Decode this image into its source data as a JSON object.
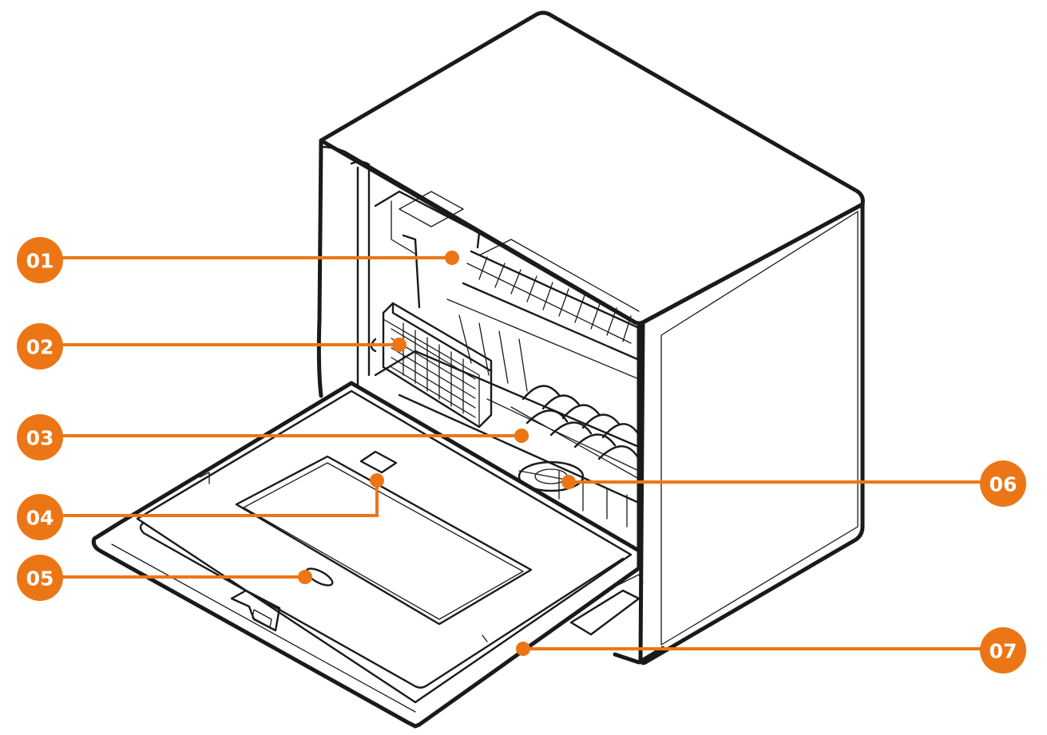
{
  "diagram": {
    "accent_color": "#ec7616",
    "line_color": "#1a1a1a",
    "callouts": [
      {
        "id": "01",
        "label": "01",
        "part": "upper-rack"
      },
      {
        "id": "02",
        "label": "02",
        "part": "cutlery-basket"
      },
      {
        "id": "03",
        "label": "03",
        "part": "lower-rack"
      },
      {
        "id": "04",
        "label": "04",
        "part": "detergent-dispenser"
      },
      {
        "id": "05",
        "label": "05",
        "part": "door-handle-recess"
      },
      {
        "id": "06",
        "label": "06",
        "part": "spray-arm"
      },
      {
        "id": "07",
        "label": "07",
        "part": "door"
      }
    ]
  }
}
